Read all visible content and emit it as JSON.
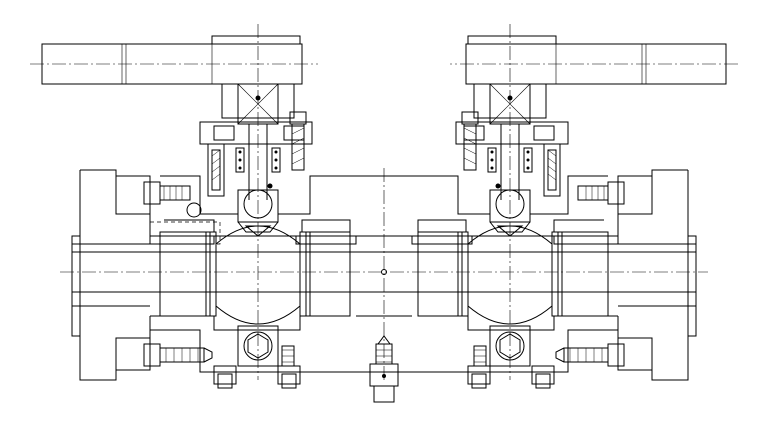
{
  "drawing": {
    "type": "double block and bleed ball valve assembly - cross section",
    "ink_color": "#000000",
    "paper_color": "#ffffff",
    "components": {
      "left_valve": "left-ball-valve",
      "right_valve": "right-ball-valve",
      "bleed_valve": "center-bleed-plug"
    }
  }
}
